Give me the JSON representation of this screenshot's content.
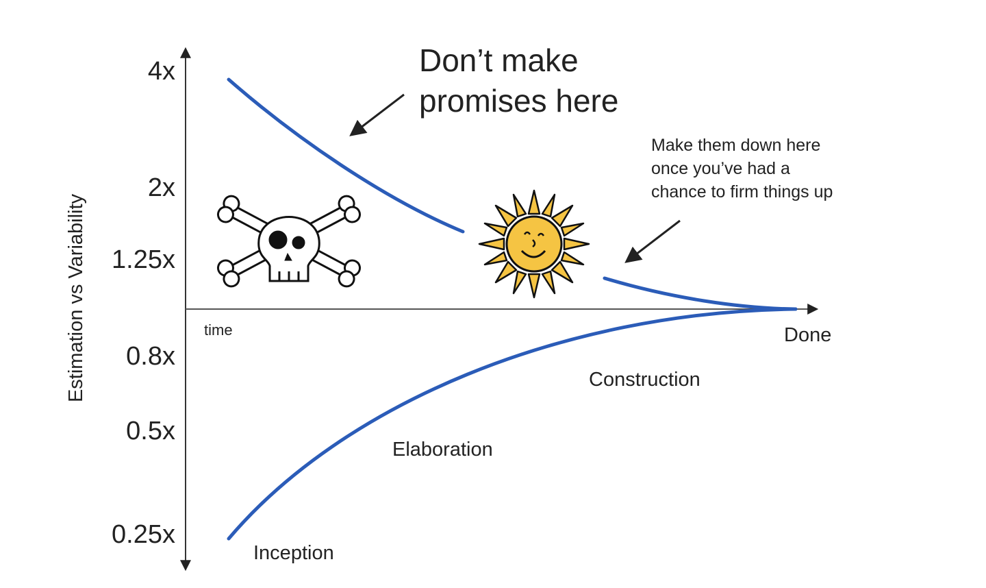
{
  "y_axis": {
    "label": "Estimation vs Variability",
    "ticks": [
      "4x",
      "2x",
      "1.25x",
      "0.8x",
      "0.5x",
      "0.25x"
    ]
  },
  "x_axis": {
    "label": "time",
    "end_label": "Done"
  },
  "phases": [
    "Inception",
    "Elaboration",
    "Construction"
  ],
  "callouts": {
    "warning": [
      "Don’t make",
      "promises here"
    ],
    "advice": [
      "Make them down here",
      "once you’ve had a",
      "chance to firm things up"
    ]
  },
  "colors": {
    "curve": "#2b5cb8",
    "axis": "#333333",
    "sun": "#f5c443",
    "text": "#222222"
  },
  "icons": [
    "skull-crossbones-icon",
    "smiling-sun-icon"
  ]
}
